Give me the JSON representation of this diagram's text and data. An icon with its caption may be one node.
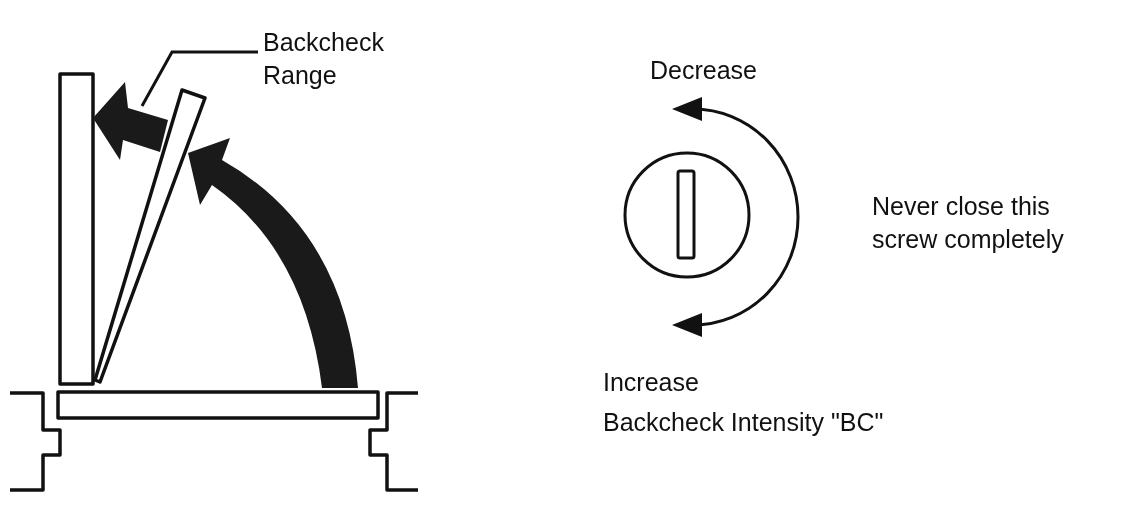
{
  "diagram": {
    "nodes": [
      {
        "text": [
          "Backcheck Range"
        ]
      },
      {
        "text": [],
        "shape": "arrow"
      }
    ],
    "edges": [
      {
        "from": 0,
        "to": 1,
        "arrow": "none"
      }
    ],
    "labels": [
      "Decrease",
      "Never close this screw completely",
      "Increase",
      "Backcheck Intensity \"BC\""
    ]
  }
}
